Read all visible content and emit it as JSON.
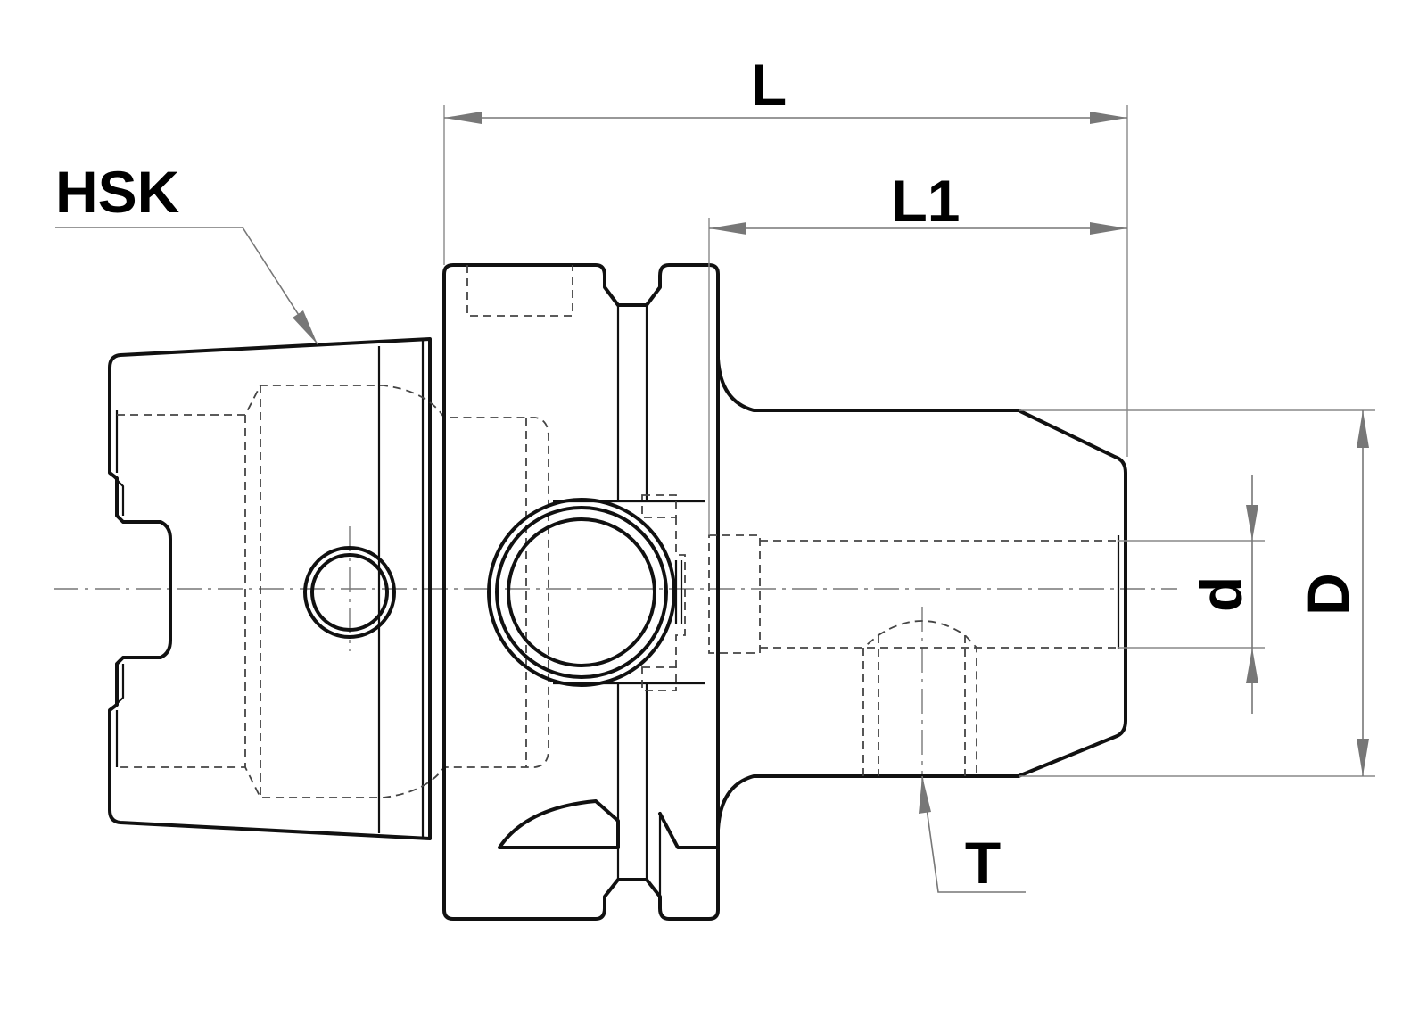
{
  "labels": {
    "hsk": "HSK",
    "length_total": "L",
    "length_shank": "L1",
    "bore_diameter": "d",
    "outer_diameter": "D",
    "thread": "T"
  },
  "colors": {
    "outline": "#111111",
    "dimension": "#777777",
    "background": "#ffffff"
  }
}
